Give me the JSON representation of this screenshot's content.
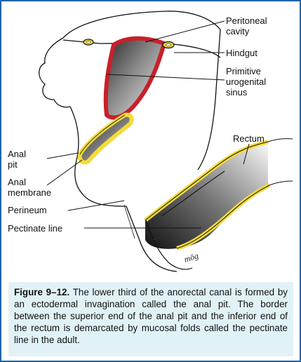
{
  "labels": {
    "peritoneal_cavity": [
      "Peritoneal",
      "cavity"
    ],
    "hindgut": "Hindgut",
    "primitive_urogenital_sinus": [
      "Primitive",
      "urogenital",
      "sinus"
    ],
    "rectum": "Rectum",
    "anal_pit": [
      "Anal",
      "pit"
    ],
    "anal_membrane": [
      "Anal",
      "membrane"
    ],
    "perineum": "Perineum",
    "pectinate_line": "Pectinate line"
  },
  "signature": "mōg",
  "caption": {
    "title": "Figure 9–12.",
    "text": "The lower third of the anorectal canal is formed by an ectodermal invagination called the anal pit. The border between the superior end of the anal pit and the inferior end of the rectum is demarcated by mucosal folds called the pectinate line in the adult."
  },
  "colors": {
    "frame": "#1f63a8",
    "caption_background": "#e1f2f6",
    "epithelium_red": "#c8202a",
    "epithelium_yellow": "#f4dc3c"
  }
}
